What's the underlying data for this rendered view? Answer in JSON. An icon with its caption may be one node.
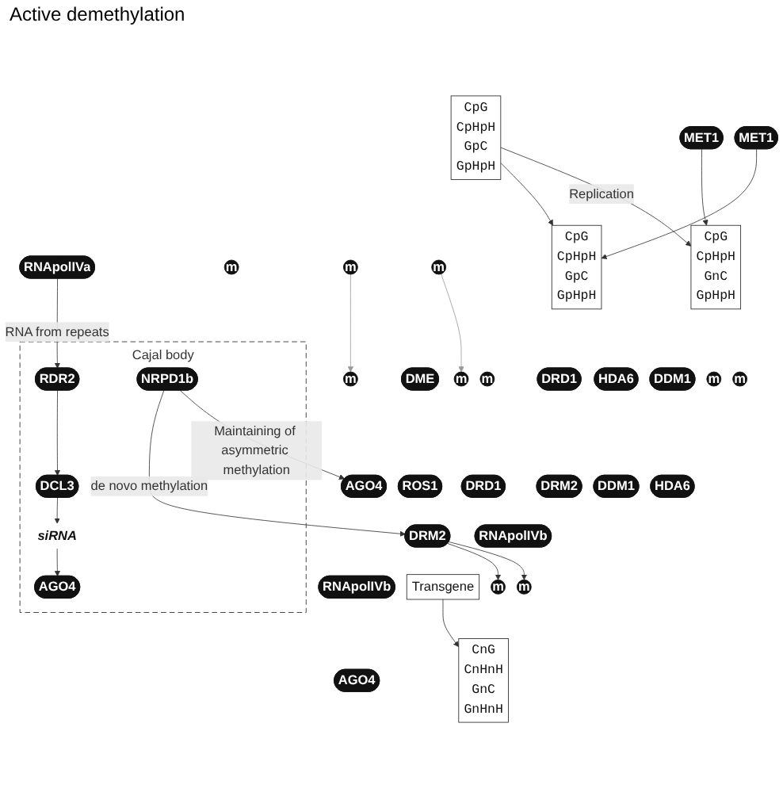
{
  "diagram": {
    "nodes": [
      {
        "text": [
          "DME"
        ]
      },
      {
        "text": [
          "ROS1"
        ]
      },
      {
        "text": [
          "m"
        ]
      },
      {
        "text": [
          "m"
        ]
      },
      {
        "text": [
          "m"
        ]
      },
      {
        "text": [
          "m"
        ]
      },
      {
        "text": [
          "CpG",
          "CpHpH",
          "GpC",
          "GpHpH"
        ]
      },
      {
        "text": [
          "m"
        ]
      },
      {
        "text": [
          "RNApolIVa"
        ]
      },
      {
        "text": [
          "Cajal body"
        ]
      },
      {
        "text": [
          "RDR2"
        ],
        "in": 9
      },
      {
        "text": [
          "DCL3"
        ],
        "in": 9
      },
      {
        "text": [
          "siRNA"
        ],
        "in": 9
      },
      {
        "text": [
          "NRPD1b"
        ],
        "in": 9
      },
      {
        "text": [
          "AGO4"
        ],
        "in": 9
      },
      {
        "text": [
          "CpG",
          "CpHpH",
          "GnC",
          "GpHpH"
        ]
      },
      {
        "text": [
          "m"
        ]
      },
      {
        "text": [
          "m"
        ]
      },
      {
        "text": [
          "DDM1"
        ]
      },
      {
        "text": [
          "MET1"
        ]
      },
      {
        "text": [
          "HDA6"
        ]
      },
      {
        "text": [
          "CpG",
          "CpHpH",
          "GpC",
          "GpHpH"
        ]
      },
      {
        "text": [
          "HDA6"
        ]
      },
      {
        "text": [
          "DDM1"
        ]
      },
      {
        "text": [
          "MET1"
        ]
      },
      {
        "text": [
          "DRD1"
        ]
      },
      {
        "text": [
          "DRM2"
        ]
      },
      {
        "text": [
          "m"
        ]
      },
      {
        "text": [
          "AGO4"
        ]
      },
      {
        "text": [
          "RNApolIVb"
        ]
      },
      {
        "text": [
          "DRD1"
        ]
      },
      {
        "text": [
          "DRM2"
        ]
      },
      {
        "text": [
          "RNApolIVb"
        ]
      },
      {
        "text": [
          "AGO4"
        ]
      },
      {
        "text": [
          "m"
        ]
      },
      {
        "text": [
          "m"
        ]
      },
      {
        "text": [
          "CnG",
          "CnHnH",
          "GnC",
          "GnHnH"
        ]
      },
      {
        "text": [
          "Transgene"
        ]
      }
    ],
    "edges": [
      {
        "from": 4,
        "to": 2,
        "arrow": "to",
        "color": "#999999"
      },
      {
        "from": 5,
        "to": 3,
        "arrow": "to",
        "color": "#999999"
      },
      {
        "from": 6,
        "to": 15,
        "arrow": "to",
        "label": "Replication"
      },
      {
        "from": 6,
        "to": 21,
        "arrow": "to"
      },
      {
        "from": 8,
        "to": 10,
        "arrow": "to",
        "label": "RNA from repeats"
      },
      {
        "from": 10,
        "to": 11,
        "arrow": "to"
      },
      {
        "from": 11,
        "to": 12,
        "arrow": "to"
      },
      {
        "from": 12,
        "to": 14,
        "arrow": "to"
      },
      {
        "from": 19,
        "to": 15,
        "arrow": "to"
      },
      {
        "from": 24,
        "to": 21,
        "arrow": "to"
      },
      {
        "from": 13,
        "to": 28,
        "arrow": "to",
        "label": "Maintaining of asymmetric methylation"
      },
      {
        "from": 13,
        "to": 31,
        "arrow": "to",
        "label": "de novo methylation"
      },
      {
        "from": 31,
        "to": 34,
        "arrow": "to"
      },
      {
        "from": 31,
        "to": 35,
        "arrow": "to"
      },
      {
        "from": 37,
        "to": 36,
        "arrow": "to"
      }
    ],
    "labels": [
      "Active demethylation"
    ]
  }
}
